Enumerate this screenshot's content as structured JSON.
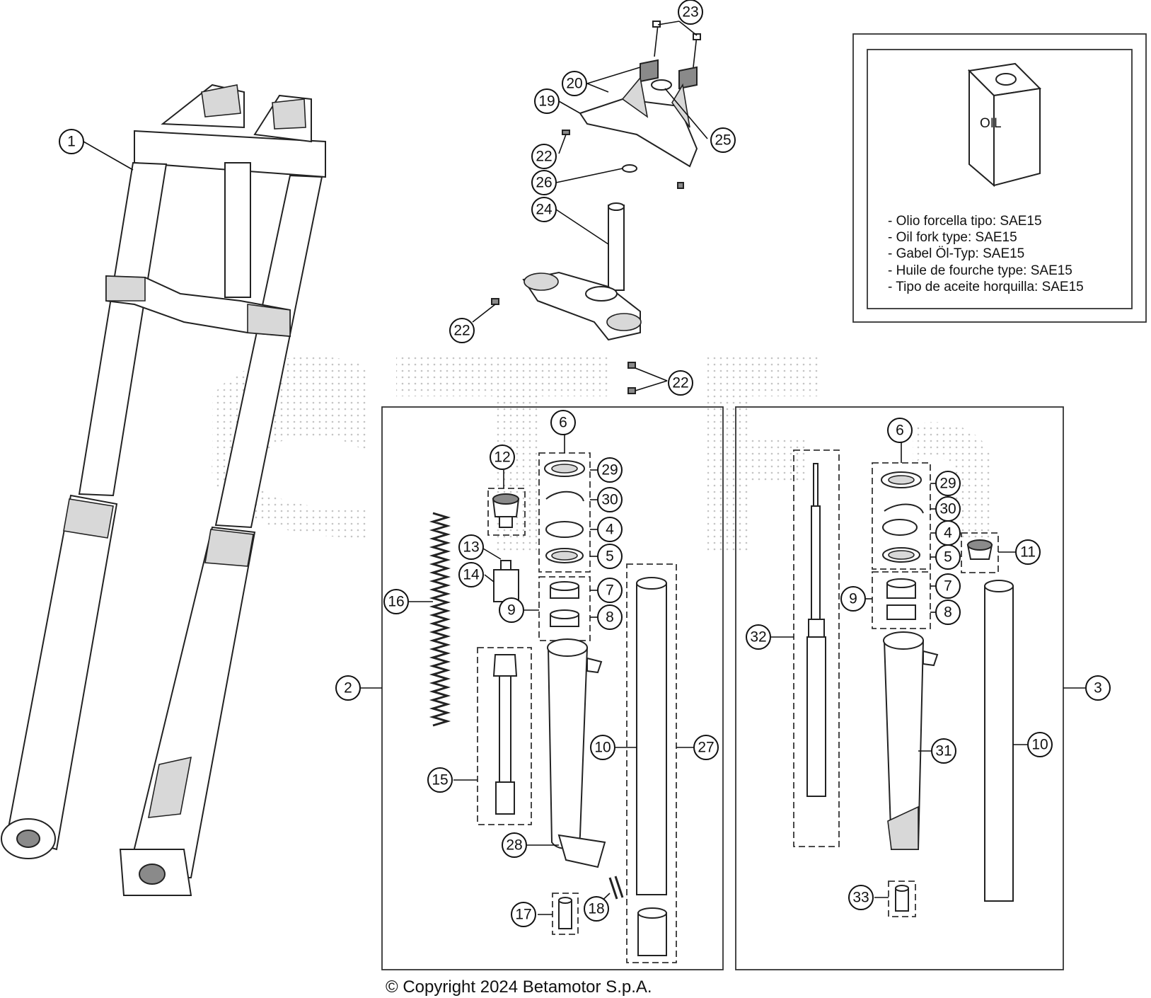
{
  "oil_box": {
    "lines": [
      "- Olio forcella tipo: SAE15",
      "- Oil fork type: SAE15",
      "- Gabel Öl-Typ: SAE15",
      "- Huile de fourche type: SAE15",
      "- Tipo de aceite horquilla: SAE15"
    ],
    "can_label": "OIL"
  },
  "copyright": "© Copyright 2024 Betamotor S.p.A.",
  "callouts": [
    {
      "id": "c1",
      "label": "1"
    },
    {
      "id": "c23",
      "label": "23"
    },
    {
      "id": "c20",
      "label": "20"
    },
    {
      "id": "c19",
      "label": "19"
    },
    {
      "id": "c25",
      "label": "25"
    },
    {
      "id": "c22a",
      "label": "22"
    },
    {
      "id": "c26",
      "label": "26"
    },
    {
      "id": "c24",
      "label": "24"
    },
    {
      "id": "c22b",
      "label": "22"
    },
    {
      "id": "c22c",
      "label": "22"
    },
    {
      "id": "c6a",
      "label": "6"
    },
    {
      "id": "c12",
      "label": "12"
    },
    {
      "id": "c29a",
      "label": "29"
    },
    {
      "id": "c30a",
      "label": "30"
    },
    {
      "id": "c4a",
      "label": "4"
    },
    {
      "id": "c5a",
      "label": "5"
    },
    {
      "id": "c13",
      "label": "13"
    },
    {
      "id": "c14",
      "label": "14"
    },
    {
      "id": "c16",
      "label": "16"
    },
    {
      "id": "c7a",
      "label": "7"
    },
    {
      "id": "c9a",
      "label": "9"
    },
    {
      "id": "c8a",
      "label": "8"
    },
    {
      "id": "c2",
      "label": "2"
    },
    {
      "id": "c10a",
      "label": "10"
    },
    {
      "id": "c27",
      "label": "27"
    },
    {
      "id": "c15",
      "label": "15"
    },
    {
      "id": "c28",
      "label": "28"
    },
    {
      "id": "c18",
      "label": "18"
    },
    {
      "id": "c17",
      "label": "17"
    },
    {
      "id": "c6b",
      "label": "6"
    },
    {
      "id": "c29b",
      "label": "29"
    },
    {
      "id": "c30b",
      "label": "30"
    },
    {
      "id": "c4b",
      "label": "4"
    },
    {
      "id": "c5b",
      "label": "5"
    },
    {
      "id": "c11",
      "label": "11"
    },
    {
      "id": "c7b",
      "label": "7"
    },
    {
      "id": "c9b",
      "label": "9"
    },
    {
      "id": "c8b",
      "label": "8"
    },
    {
      "id": "c32",
      "label": "32"
    },
    {
      "id": "c3",
      "label": "3"
    },
    {
      "id": "c31",
      "label": "31"
    },
    {
      "id": "c10b",
      "label": "10"
    },
    {
      "id": "c33",
      "label": "33"
    }
  ]
}
